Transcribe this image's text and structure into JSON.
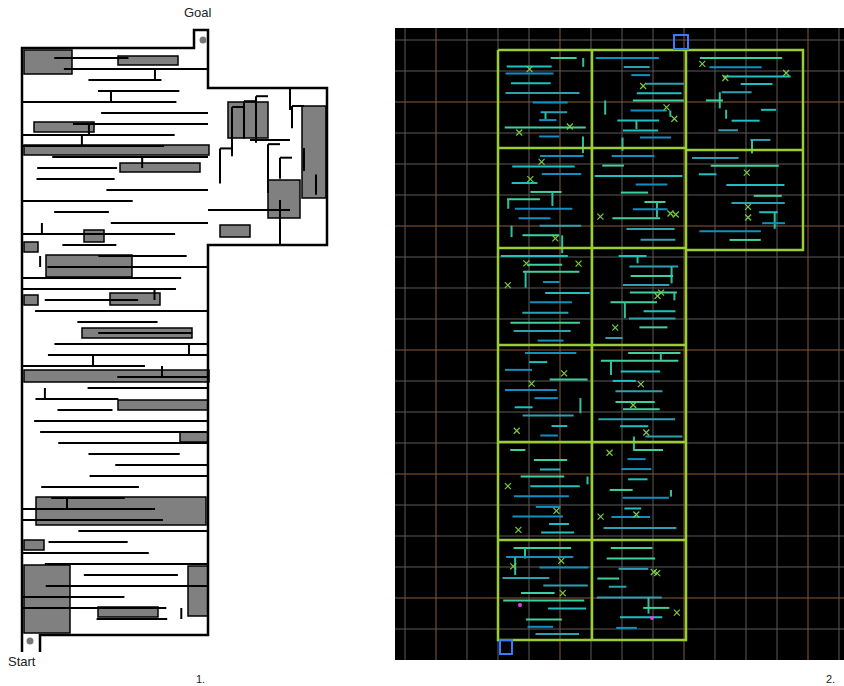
{
  "diagram": {
    "labels": [
      "Goal",
      "Start",
      "1.",
      "2."
    ]
  }
}
